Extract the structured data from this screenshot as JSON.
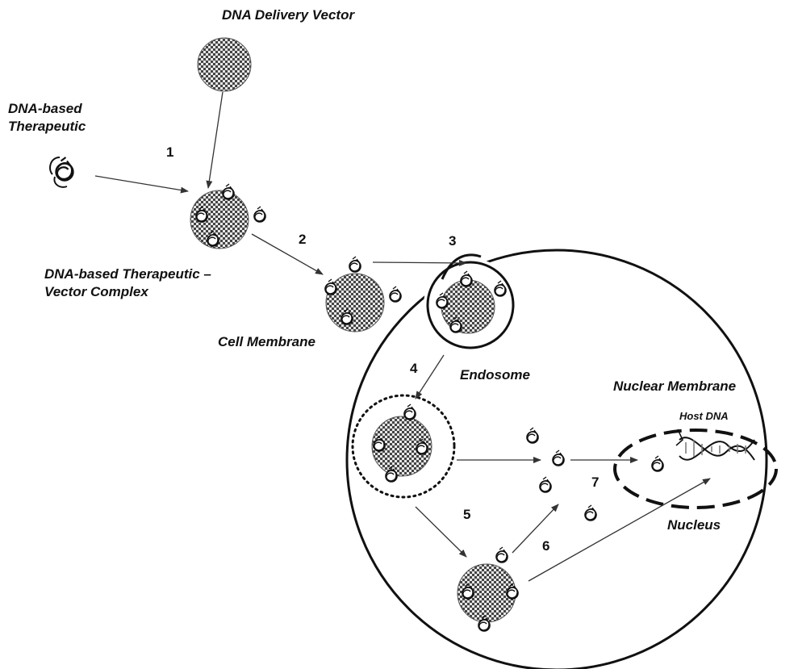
{
  "labels": {
    "dna_vector": "DNA Delivery Vector",
    "therapeutic_line1": "DNA-based",
    "therapeutic_line2": "Therapeutic",
    "complex_line1": "DNA-based Therapeutic –",
    "complex_line2": "Vector Complex",
    "cell_membrane": "Cell Membrane",
    "endosome": "Endosome",
    "nuclear_membrane": "Nuclear Membrane",
    "host_dna": "Host DNA",
    "nucleus": "Nucleus"
  },
  "steps": {
    "s1": "1",
    "s2": "2",
    "s3": "3",
    "s4": "4",
    "s5": "5",
    "s6": "6",
    "s7": "7"
  },
  "colors": {
    "checker_dark": "#444444",
    "checker_light": "#e6e6e6",
    "line": "#111111"
  }
}
